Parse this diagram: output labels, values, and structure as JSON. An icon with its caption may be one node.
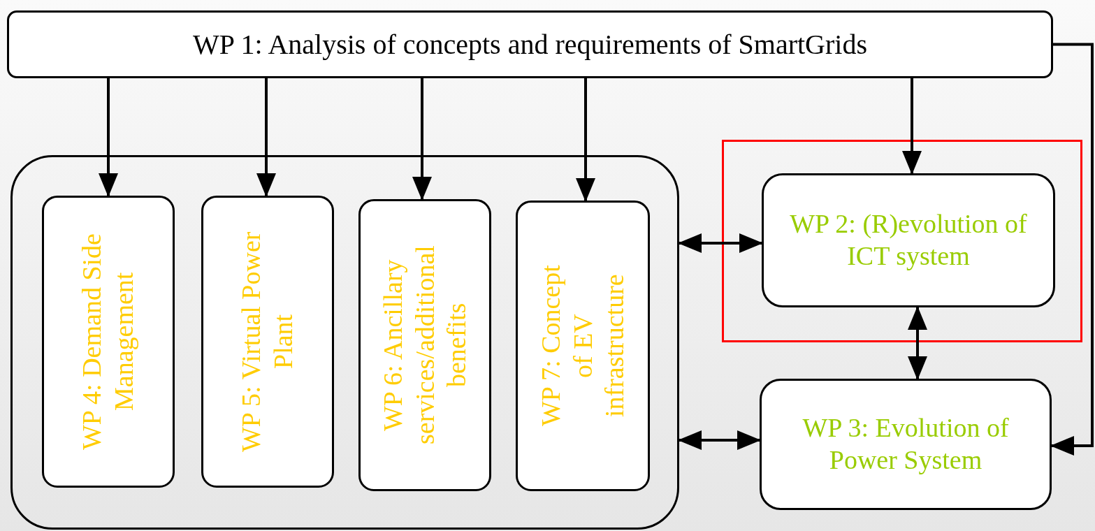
{
  "diagram": {
    "nodes": [
      {
        "text": [
          "WP 1: Analysis of concepts and requirements of SmartGrids"
        ]
      },
      {
        "text": [],
        "shape": "box"
      },
      {
        "text": [
          "WP 4: Demand Side Management"
        ],
        "in": 1
      },
      {
        "text": [
          "WP 5: Virtual Power Plant"
        ],
        "in": 1
      },
      {
        "text": [
          "WP 6: Ancillary services/additional benefits"
        ],
        "in": 1
      },
      {
        "text": [
          "WP 7: Concept of EV infrastructure"
        ],
        "in": 1
      },
      {
        "text": [],
        "shape": "box"
      },
      {
        "text": [
          "WP 2: (R)evolution of ICT system"
        ],
        "in": 6
      },
      {
        "text": [
          "WP 3: Evolution of Power System"
        ]
      }
    ],
    "edges": [
      {
        "from": 0,
        "to": 2,
        "arrow": "to"
      },
      {
        "from": 0,
        "to": 3,
        "arrow": "to"
      },
      {
        "from": 0,
        "to": 4,
        "arrow": "to"
      },
      {
        "from": 0,
        "to": 5,
        "arrow": "to"
      },
      {
        "from": 0,
        "to": 7,
        "arrow": "to"
      },
      {
        "from": 1,
        "to": 7,
        "arrow": "both"
      },
      {
        "from": 7,
        "to": 8,
        "arrow": "both"
      },
      {
        "from": 1,
        "to": 8,
        "arrow": "both"
      },
      {
        "from": 0,
        "to": 8,
        "arrow": "to"
      }
    ]
  }
}
